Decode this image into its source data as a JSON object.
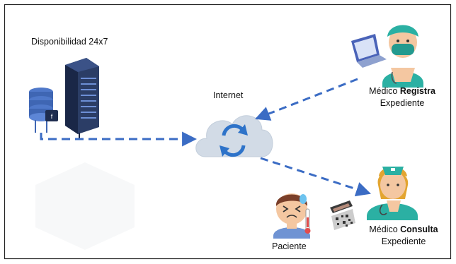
{
  "availability_label": "Disponibilidad 24x7",
  "internet_label": "Internet",
  "doctor_register": {
    "name": "Médico",
    "action": "Registra",
    "object": "Expediente"
  },
  "doctor_consult": {
    "name": "Médico",
    "action": "Consulta",
    "object": "Expediente"
  },
  "patient_label": "Paciente",
  "colors": {
    "arrow": "#3b6cc4",
    "cloud": "#d2dbe6",
    "server": "#1e2d4f",
    "database": "#4f78c9",
    "scrubs": "#2bb0a3",
    "skin": "#f4c7a1"
  }
}
